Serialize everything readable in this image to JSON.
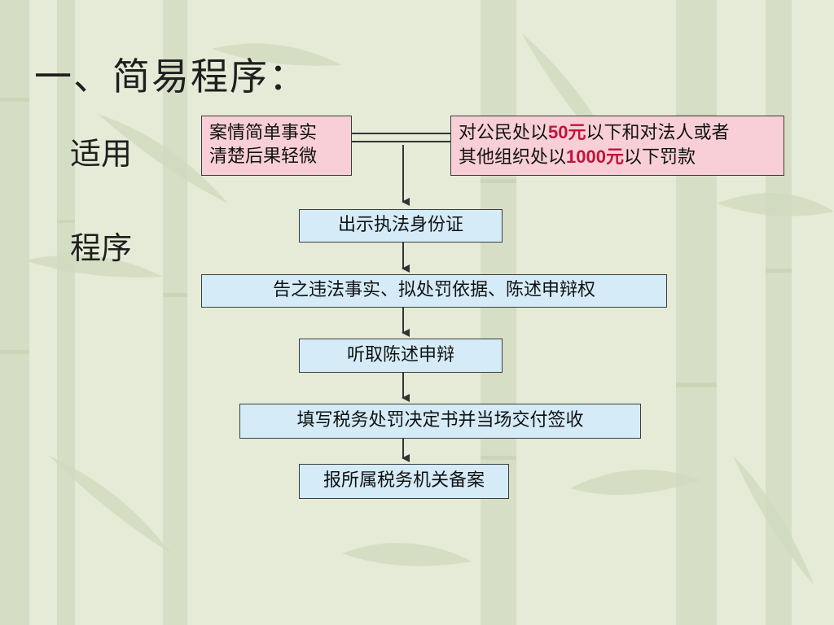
{
  "title": "一、简易程序：",
  "labels": {
    "scope": "适用",
    "procedure": "程序"
  },
  "conditions": {
    "left": {
      "line1": "案情简单事实",
      "line2": "清楚后果轻微"
    },
    "right": {
      "line1_a": "对公民处以",
      "amount1": "50元",
      "line1_b": "以下和对法人或者",
      "line2_a": "其他组织处以",
      "amount2": "1000元",
      "line2_b": "以下罚款"
    }
  },
  "steps": [
    "出示执法身份证",
    "告之违法事实、拟处罚依据、陈述申辩权",
    "听取陈述申辩",
    "填写税务处罚决定书并当场交付签收",
    "报所属税务机关备案"
  ],
  "colors": {
    "condition_box": "#f8cfd6",
    "step_box": "#d5ecf8",
    "amount_highlight": "#c0143c"
  }
}
